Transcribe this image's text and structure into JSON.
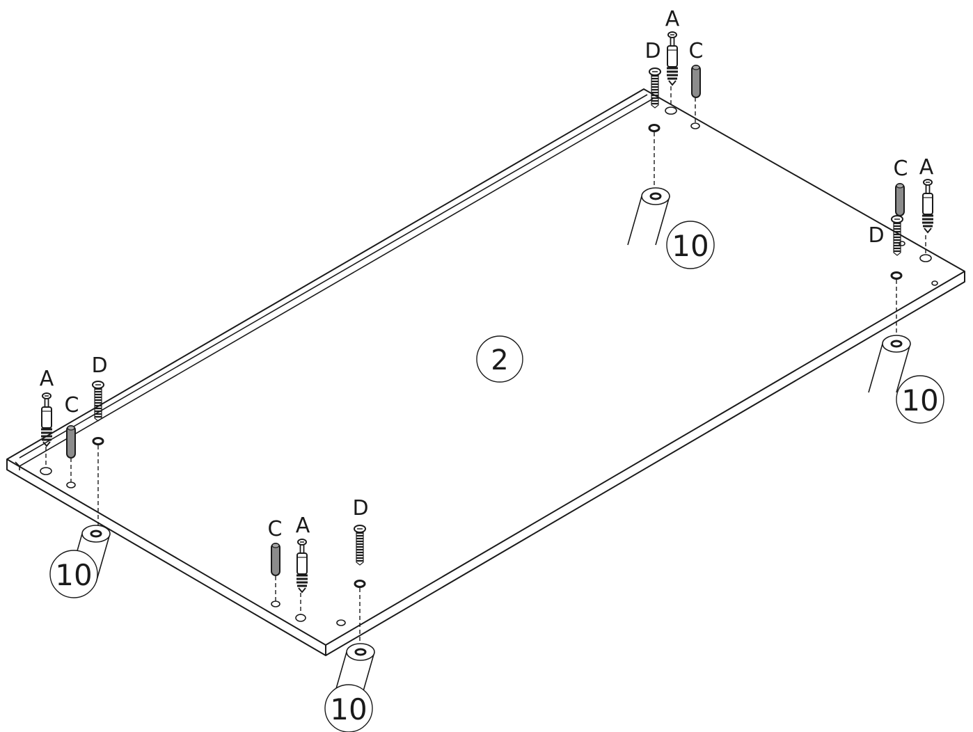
{
  "panel": {
    "number": "2"
  },
  "hardware": {
    "A": "A",
    "C": "C",
    "D": "D",
    "foot": "10"
  },
  "colors": {
    "line": "#1a1a1a",
    "dowel_fill": "#8c8c8c",
    "background": "#ffffff"
  }
}
